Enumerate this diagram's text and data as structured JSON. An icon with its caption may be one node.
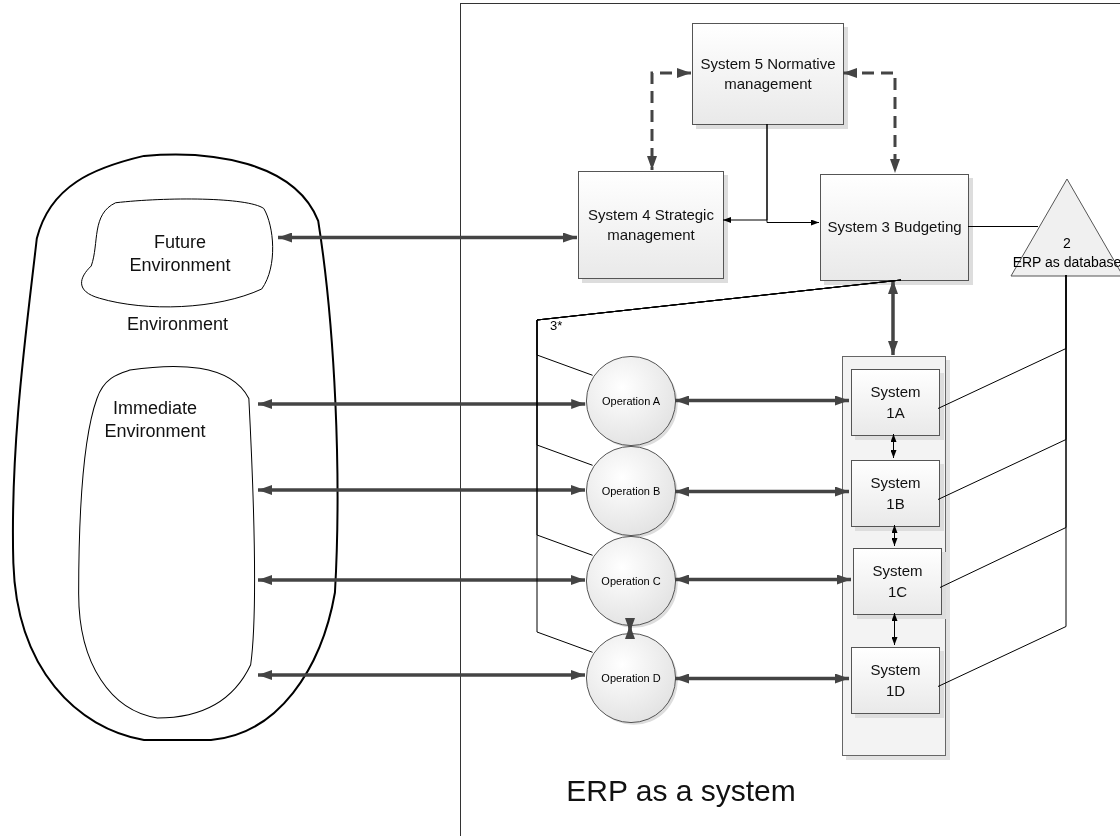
{
  "diagram": {
    "nodes": [
      {
        "text": [
          "Environment"
        ]
      },
      {
        "text": [
          "Future Environment"
        ],
        "in": 0
      },
      {
        "text": [
          "Immediate Environment"
        ],
        "in": 0
      },
      {
        "text": [
          "ERP as a system"
        ]
      },
      {
        "text": [
          "System 5 Normative management"
        ],
        "in": 3
      },
      {
        "text": [
          "System 4 Strategic management"
        ],
        "in": 3
      },
      {
        "text": [
          "System 3 Budgeting"
        ],
        "in": 3
      },
      {
        "text": [
          "2",
          "ERP as database"
        ],
        "in": 3
      },
      {
        "text": [],
        "shape": "box",
        "in": 3
      },
      {
        "text": [
          "System 1A"
        ],
        "in": 8
      },
      {
        "text": [
          "System 1B"
        ],
        "in": 8
      },
      {
        "text": [
          "System 1C"
        ],
        "in": 8
      },
      {
        "text": [
          "System 1D"
        ],
        "in": 8
      },
      {
        "text": [
          "Operation A"
        ],
        "in": 3
      },
      {
        "text": [
          "Operation B"
        ],
        "in": 3
      },
      {
        "text": [
          "Operation C"
        ],
        "in": 3
      },
      {
        "text": [
          "Operation D"
        ],
        "in": 3
      }
    ],
    "edges": [
      {
        "from": 1,
        "to": 5,
        "arrow": "both",
        "style": "thick"
      },
      {
        "from": 4,
        "to": 5,
        "arrow": "both",
        "style": "dashed"
      },
      {
        "from": 4,
        "to": 6,
        "arrow": "both",
        "style": "dashed"
      },
      {
        "from": 4,
        "to": 5,
        "arrow": "to"
      },
      {
        "from": 4,
        "to": 6,
        "arrow": "to"
      },
      {
        "from": 6,
        "to": 8,
        "arrow": "both",
        "style": "thick"
      },
      {
        "from": 6,
        "to": 7,
        "arrow": "none"
      },
      {
        "from": 7,
        "to": 9,
        "arrow": "none"
      },
      {
        "from": 7,
        "to": 10,
        "arrow": "none"
      },
      {
        "from": 7,
        "to": 11,
        "arrow": "none"
      },
      {
        "from": 7,
        "to": 12,
        "arrow": "none"
      },
      {
        "from": 13,
        "to": 9,
        "arrow": "both",
        "style": "thick"
      },
      {
        "from": 14,
        "to": 10,
        "arrow": "both",
        "style": "thick"
      },
      {
        "from": 15,
        "to": 11,
        "arrow": "both",
        "style": "thick"
      },
      {
        "from": 16,
        "to": 12,
        "arrow": "both",
        "style": "thick"
      },
      {
        "from": 9,
        "to": 10,
        "arrow": "both"
      },
      {
        "from": 10,
        "to": 11,
        "arrow": "both"
      },
      {
        "from": 11,
        "to": 12,
        "arrow": "both"
      },
      {
        "from": 15,
        "to": 16,
        "arrow": "both",
        "style": "thick"
      },
      {
        "from": 2,
        "to": 13,
        "arrow": "both",
        "style": "thick"
      },
      {
        "from": 2,
        "to": 14,
        "arrow": "both",
        "style": "thick"
      },
      {
        "from": 2,
        "to": 15,
        "arrow": "both",
        "style": "thick"
      },
      {
        "from": 2,
        "to": 16,
        "arrow": "both",
        "style": "thick"
      },
      {
        "from": 6,
        "to": 13,
        "arrow": "none"
      },
      {
        "from": 6,
        "to": 14,
        "arrow": "none"
      },
      {
        "from": 6,
        "to": 15,
        "arrow": "none"
      },
      {
        "from": 6,
        "to": 16,
        "arrow": "none"
      }
    ],
    "labels": [
      "3*"
    ]
  }
}
